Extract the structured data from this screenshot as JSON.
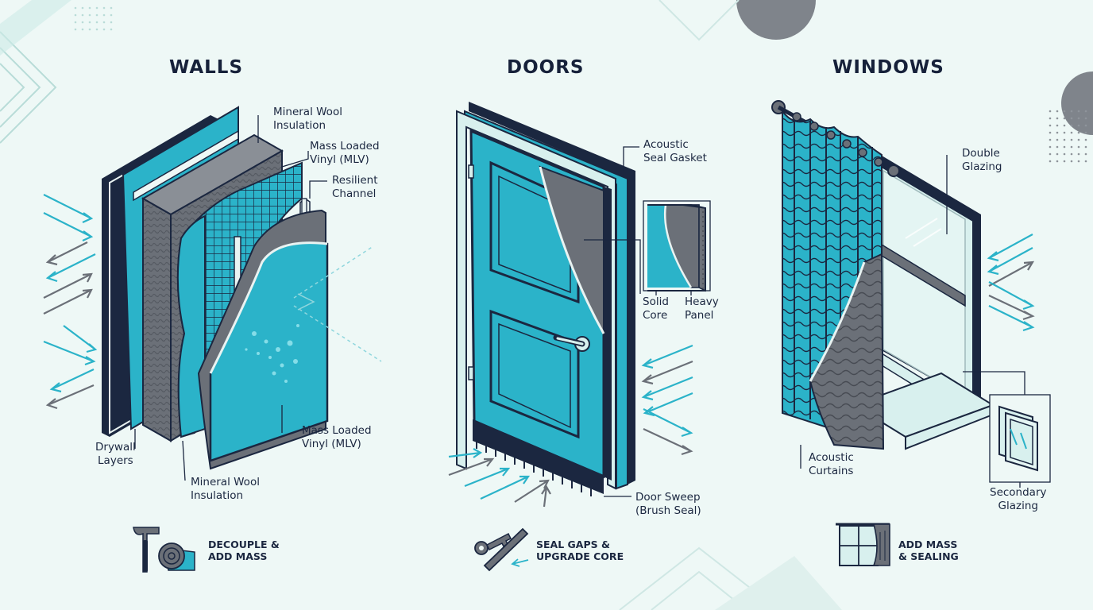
{
  "sections": {
    "walls": {
      "title": "WALLS",
      "labels": {
        "mineral_wool_top": "Mineral Wool\nInsulation",
        "mlv_top": "Mass Loaded\nVinyl (MLV)",
        "resilient_channel": "Resilient\nChannel",
        "mlv_bottom": "Mass Loaded\nVinyl (MLV)",
        "drywall": "Drywall\nLayers",
        "mineral_wool_bottom": "Mineral Wool\nInsulation"
      },
      "tip": "DECOUPLE &\nADD MASS"
    },
    "doors": {
      "title": "DOORS",
      "labels": {
        "seal_gasket": "Acoustic\nSeal Gasket",
        "solid_core": "Solid\nCore",
        "heavy_panel": "Heavy\nPanel",
        "door_sweep": "Door Sweep\n(Brush Seal)"
      },
      "tip": "SEAL GAPS &\nUPGRADE CORE"
    },
    "windows": {
      "title": "WINDOWS",
      "labels": {
        "double_glazing": "Double\nGlazing",
        "acoustic_curtains": "Acoustic\nCurtains",
        "secondary_glazing": "Secondary\nGlazing"
      },
      "tip": "ADD MASS\n& SEALING"
    }
  },
  "icons": {
    "walls_tip": [
      "hammer-icon",
      "insulation-roll-icon"
    ],
    "doors_tip": [
      "key-icon",
      "seal-strip-icon"
    ],
    "windows_tip": [
      "window-curtain-icon"
    ]
  },
  "colors": {
    "background": "#eef8f6",
    "teal": "#2bb3c9",
    "navy": "#1b2740",
    "gray": "#6b7078",
    "glass": "#d8f0ee"
  }
}
